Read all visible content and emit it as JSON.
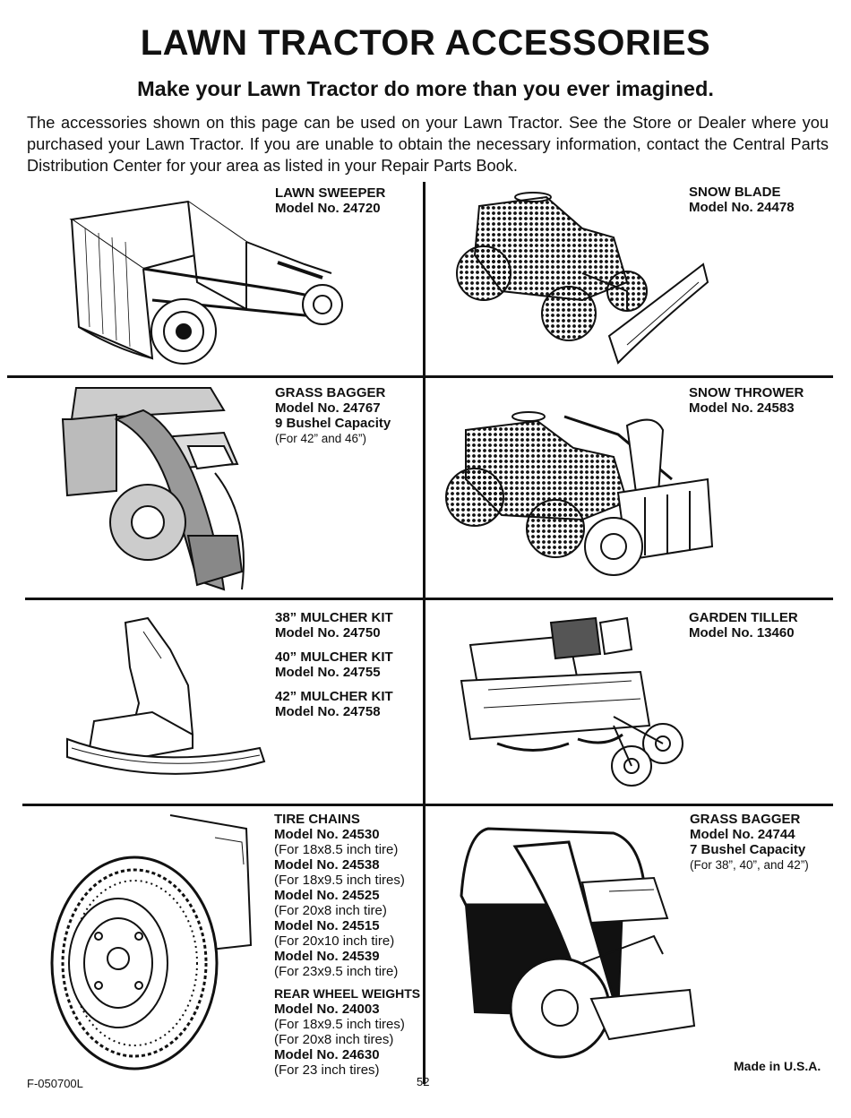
{
  "header": {
    "title": "LAWN TRACTOR ACCESSORIES",
    "subtitle": "Make your Lawn Tractor do more than you ever imagined.",
    "intro": "The accessories shown on this page can be used on your Lawn Tractor. See the Store or Dealer where you purchased your Lawn Tractor. If you are unable to obtain the necessary information, contact the Central Parts Distribution Center for your area as listed in your Repair Parts Book."
  },
  "accessories": {
    "lawn_sweeper": {
      "name": "LAWN SWEEPER",
      "model": "Model No. 24720"
    },
    "snow_blade": {
      "name": "SNOW BLADE",
      "model": "Model No. 24478"
    },
    "grass_bagger_9": {
      "name": "GRASS BAGGER",
      "model": "Model No. 24767",
      "capacity": "9 Bushel Capacity",
      "note": "(For 42” and 46”)"
    },
    "snow_thrower": {
      "name": "SNOW THROWER",
      "model": "Model No. 24583"
    },
    "mulcher_38": {
      "name": "38” MULCHER KIT",
      "model": "Model No. 24750"
    },
    "mulcher_40": {
      "name": "40” MULCHER KIT",
      "model": "Model No. 24755"
    },
    "mulcher_42": {
      "name": "42” MULCHER KIT",
      "model": "Model No. 24758"
    },
    "garden_tiller": {
      "name": "GARDEN TILLER",
      "model": "Model No. 13460"
    },
    "tire_chains": {
      "name": "TIRE CHAINS",
      "items": [
        {
          "model": "Model No. 24530",
          "note": "(For 18x8.5 inch tire)"
        },
        {
          "model": "Model No. 24538",
          "note": "(For 18x9.5 inch tires)"
        },
        {
          "model": "Model No. 24525",
          "note": "(For 20x8 inch tire)"
        },
        {
          "model": "Model No. 24515",
          "note": "(For 20x10 inch tire)"
        },
        {
          "model": "Model No. 24539",
          "note": "(For 23x9.5 inch tire)"
        }
      ]
    },
    "rear_wheel_weights": {
      "name": "REAR WHEEL WEIGHTS",
      "items": [
        {
          "model": "Model No. 24003",
          "notes": [
            "(For 18x9.5 inch tires)",
            "(For 20x8 inch tires)"
          ]
        },
        {
          "model": "Model No. 24630",
          "notes": [
            "(For 23 inch tires)"
          ]
        }
      ]
    },
    "grass_bagger_7": {
      "name": "GRASS BAGGER",
      "model": "Model No. 24744",
      "capacity": "7 Bushel Capacity",
      "note": "(For 38”, 40”, and 42”)"
    }
  },
  "footer": {
    "form_number": "F-050700L",
    "page_number": "52",
    "made_in": "Made in U.S.A."
  }
}
